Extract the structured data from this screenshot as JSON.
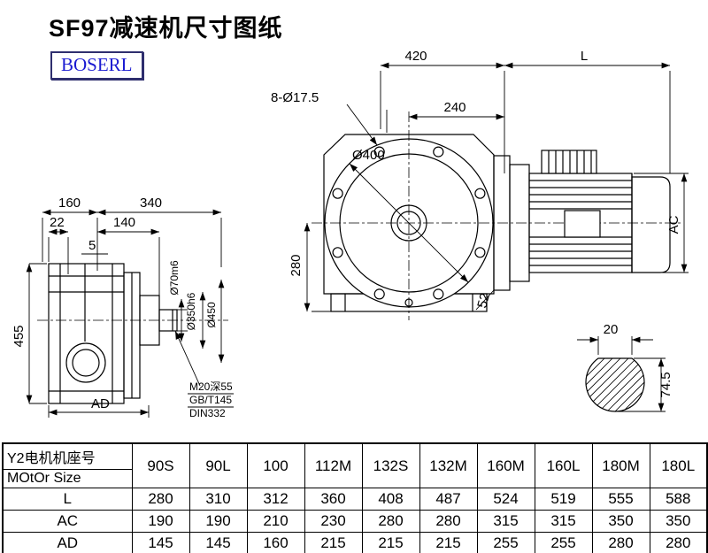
{
  "title": "SF97减速机尺寸图纸",
  "logo": "BOSERL",
  "drawing": {
    "d420": "420",
    "dL": "L",
    "holes": "8-Ø17.5",
    "d240": "240",
    "dia400": "Ø400",
    "d280": "280",
    "d52": "52",
    "ac": "AC",
    "d160": "160",
    "d340": "340",
    "d22": "22",
    "d140": "140",
    "d5": "5",
    "d455": "455",
    "ad": "AD",
    "dia70": "Ø70m6",
    "dia350": "Ø350h6",
    "dia450": "Ø450",
    "note1": "M20深55",
    "note2": "GB/T145",
    "note3": "DIN332",
    "d20": "20",
    "d745": "74.5"
  },
  "table": {
    "header_cn": "Y2电机机座号",
    "header_en": "MOtOr Size",
    "sizes": [
      "90S",
      "90L",
      "100",
      "112M",
      "132S",
      "132M",
      "160M",
      "160L",
      "180M",
      "180L"
    ],
    "rows": [
      {
        "label": "L",
        "values": [
          "280",
          "310",
          "312",
          "360",
          "408",
          "487",
          "524",
          "519",
          "555",
          "588"
        ]
      },
      {
        "label": "AC",
        "values": [
          "190",
          "190",
          "210",
          "230",
          "280",
          "280",
          "315",
          "315",
          "350",
          "350"
        ]
      },
      {
        "label": "AD",
        "values": [
          "145",
          "145",
          "160",
          "215",
          "215",
          "215",
          "255",
          "255",
          "280",
          "280"
        ]
      }
    ]
  }
}
